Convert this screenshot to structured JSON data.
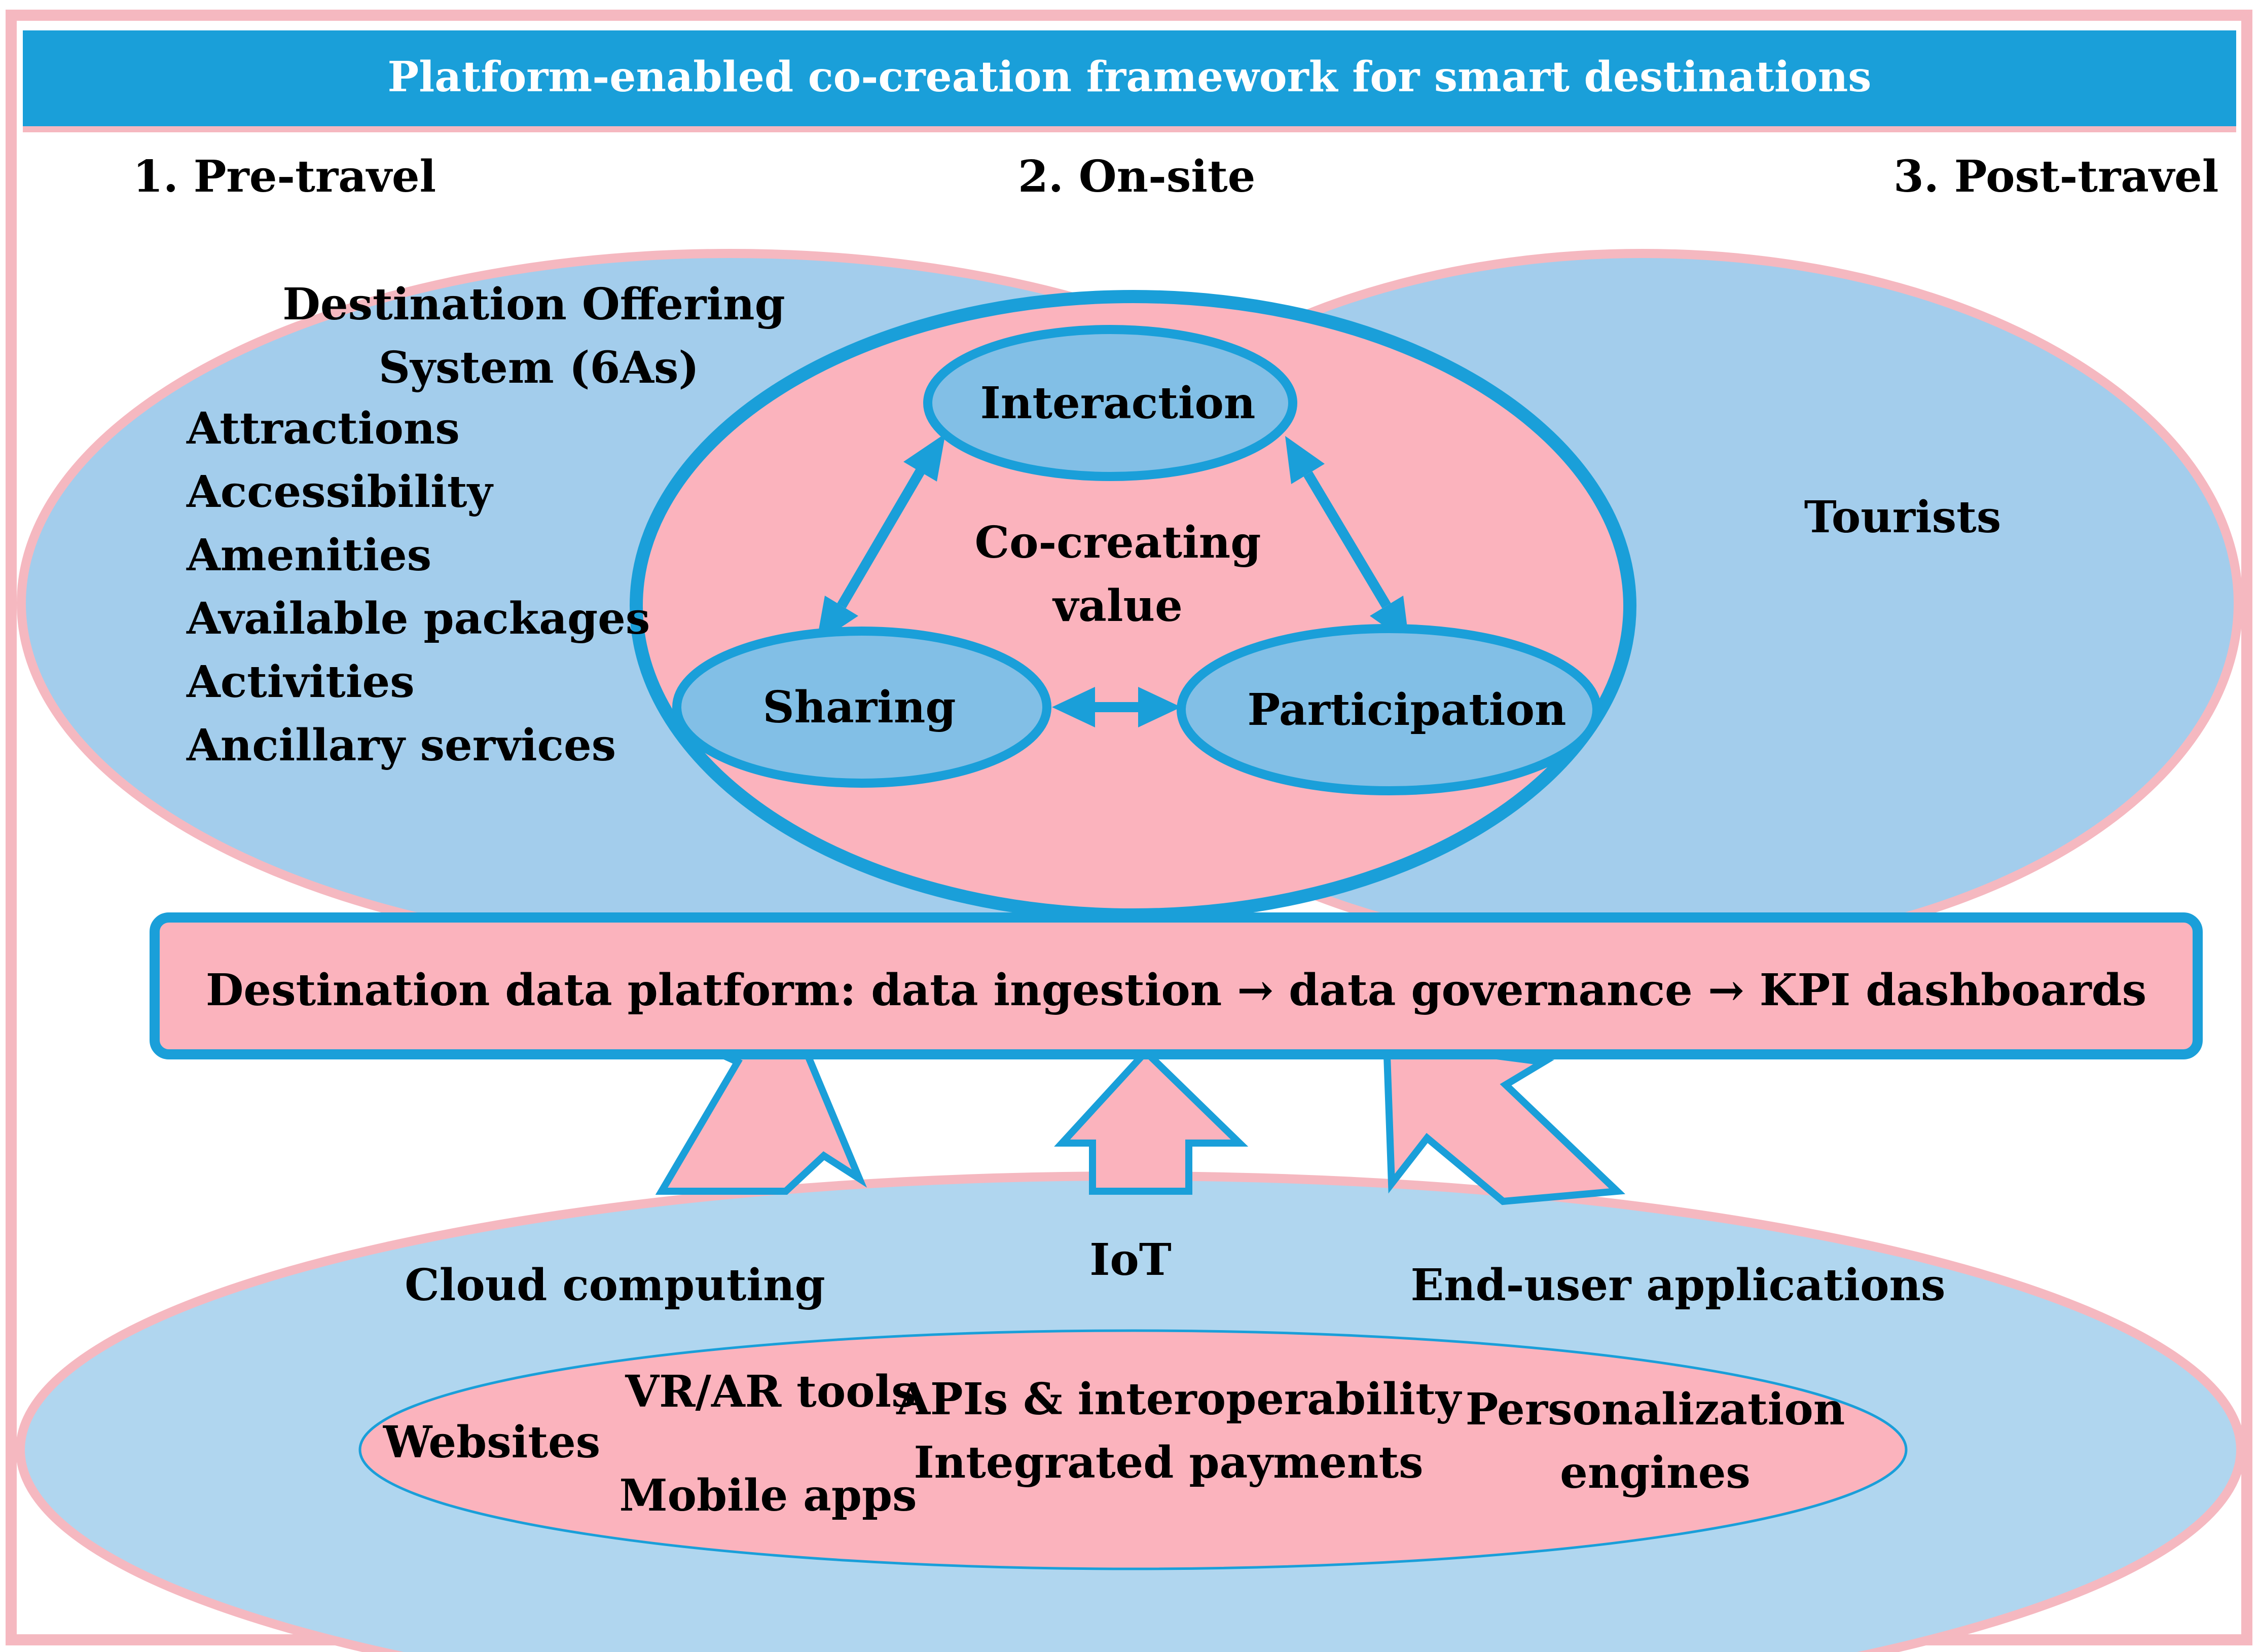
{
  "title": "Platform-enabled co-creation framework for smart destinations",
  "phases": {
    "pre_travel": "1. Pre-travel",
    "on_site": "2. On-site",
    "post_travel": "3. Post-travel"
  },
  "offering": {
    "heading_line1": "Destination Offering",
    "heading_line2": "System (6As)",
    "items": [
      "Attractions",
      "Accessibility",
      "Amenities",
      "Available packages",
      "Activities",
      "Ancillary services"
    ]
  },
  "tourists": "Tourists",
  "cocreation": {
    "center_line1": "Co-creating",
    "center_line2": "value",
    "interaction": "Interaction",
    "sharing": "Sharing",
    "participation": "Participation"
  },
  "platform_bar": "Destination data platform: data ingestion → data governance → KPI dashboards",
  "technologies": {
    "cloud": "Cloud computing",
    "iot": "IoT",
    "end_user": "End-user applications"
  },
  "applications": {
    "websites": "Websites",
    "vr_ar": "VR/AR tools",
    "mobile": "Mobile apps",
    "apis": "APIs & interoperability",
    "payments": "Integrated payments",
    "personalization_line1": "Personalization",
    "personalization_line2": "engines"
  },
  "colors": {
    "header_blue": "#1a9fd9",
    "stroke_blue": "#1a9fd9",
    "light_blue": "#a3cdec",
    "mid_blue": "#82bfe6",
    "pink": "#fbb3bd",
    "pink_border": "#f5b8c0"
  }
}
